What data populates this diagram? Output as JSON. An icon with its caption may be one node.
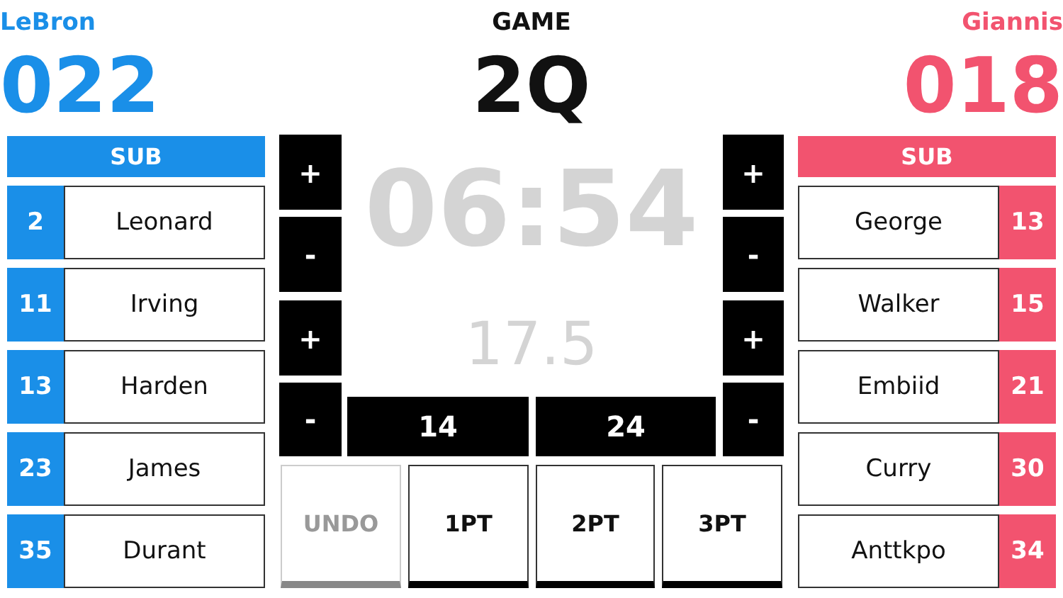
{
  "diagram": {
    "labels": [
      "LeBron",
      "GAME",
      "Giannis",
      "022",
      "2Q",
      "018",
      "SUB",
      "SUB",
      "+",
      "06:54",
      "+",
      "2",
      "Leonard",
      "George",
      "13",
      "-",
      "-",
      "11",
      "Irving",
      "Walker",
      "15",
      "+",
      "17.5",
      "+",
      "13",
      "Harden",
      "Embiid",
      "21",
      "-",
      "14",
      "24",
      "-",
      "23",
      "James",
      "Curry",
      "30",
      "UNDO",
      "1PT",
      "2PT",
      "3PT",
      "35",
      "Durant",
      "Anttkpo",
      "34"
    ]
  }
}
